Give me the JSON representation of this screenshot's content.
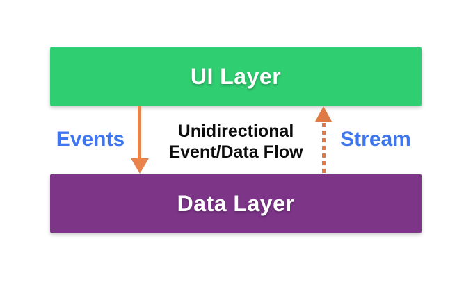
{
  "diagram": {
    "background": "#ffffff",
    "boxes": {
      "ui": {
        "label": "UI Layer",
        "fill": "#2ece71",
        "text_color": "#ffffff"
      },
      "data": {
        "label": "Data Layer",
        "fill": "#7c3587",
        "text_color": "#ffffff"
      }
    },
    "labels": {
      "events": {
        "text": "Events",
        "color": "#3d76ee"
      },
      "stream": {
        "text": "Stream",
        "color": "#3d76ee"
      }
    },
    "caption": {
      "line1": "Unidirectional",
      "line2": "Event/Data Flow",
      "color": "#0c0c0c"
    },
    "arrows": {
      "events": {
        "direction": "down",
        "style": "solid",
        "color": "#e8834c",
        "from": "UI Layer",
        "to": "Data Layer"
      },
      "stream": {
        "direction": "up",
        "style": "dashed",
        "color": "#e07a45",
        "from": "Data Layer",
        "to": "UI Layer"
      }
    }
  }
}
